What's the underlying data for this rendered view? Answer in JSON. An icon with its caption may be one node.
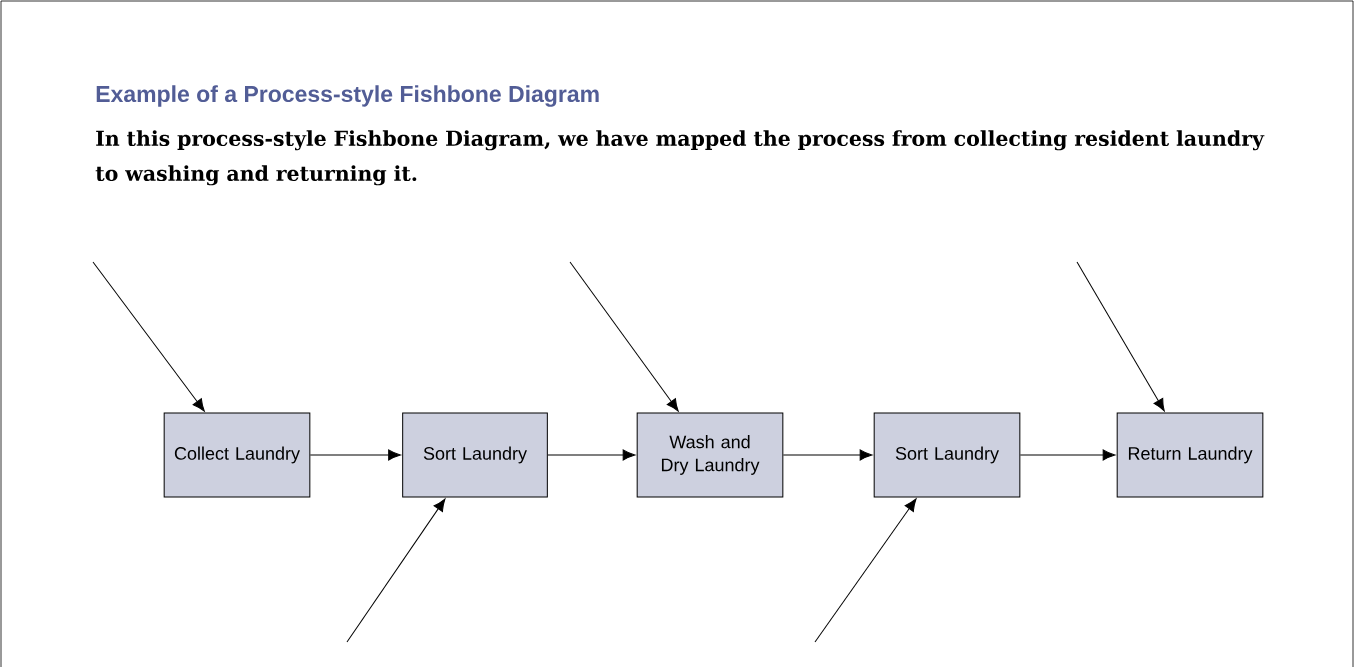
{
  "diagram": {
    "title": "Example of a Process-style Fishbone Diagram",
    "caption": "In this process-style Fishbone Diagram, we have mapped the process from collecting resident laundry to washing and returning it.",
    "nodes": [
      {
        "text": [
          "Collect Laundry"
        ]
      },
      {
        "text": [
          "Sort Laundry"
        ]
      },
      {
        "text": [
          "Wash and Dry Laundry"
        ]
      },
      {
        "text": [
          "Sort Laundry"
        ]
      },
      {
        "text": [
          "Return Laundry"
        ]
      }
    ],
    "edges": [
      {
        "from": 0,
        "to": 1,
        "arrow": "to"
      },
      {
        "from": 1,
        "to": 2,
        "arrow": "to"
      },
      {
        "from": 2,
        "to": 3,
        "arrow": "to"
      },
      {
        "from": 3,
        "to": 4,
        "arrow": "to"
      },
      {
        "from": null,
        "to": 0,
        "arrow": "to"
      },
      {
        "from": null,
        "to": 1,
        "arrow": "to"
      },
      {
        "from": null,
        "to": 2,
        "arrow": "to"
      },
      {
        "from": null,
        "to": 3,
        "arrow": "to"
      },
      {
        "from": null,
        "to": 4,
        "arrow": "to"
      }
    ]
  }
}
